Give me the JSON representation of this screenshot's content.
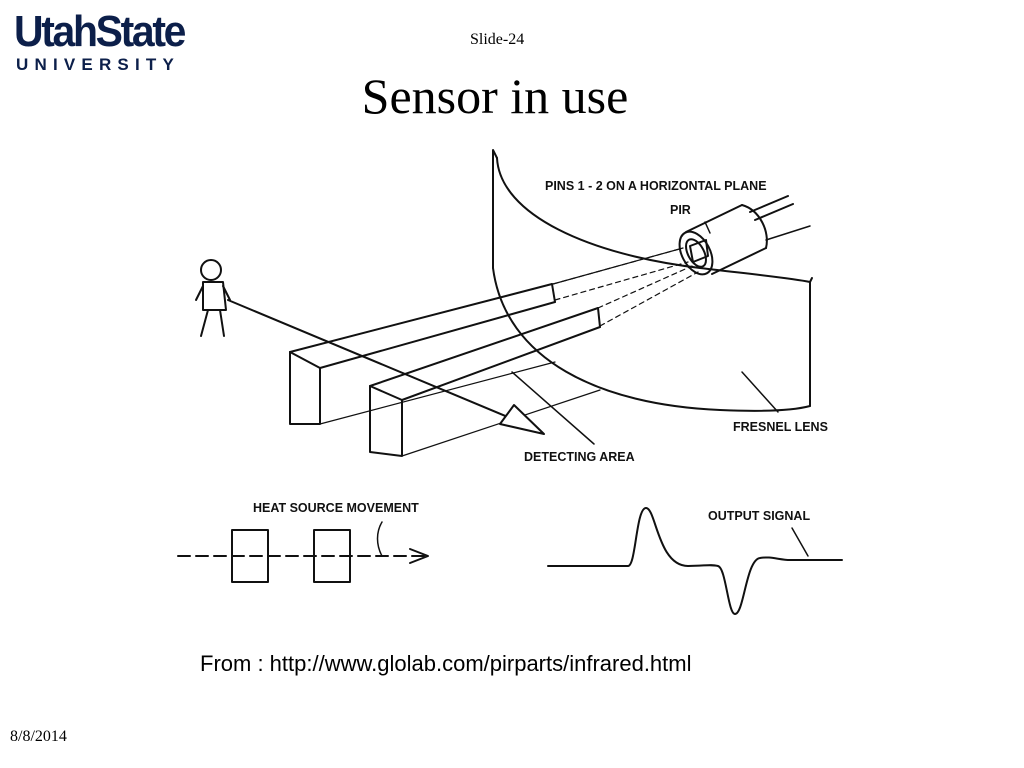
{
  "slide": {
    "logo": {
      "line1": "UtahState",
      "line2": "UNIVERSITY",
      "color": "#0c1f4a"
    },
    "slide_number": "Slide-24",
    "title": "Sensor in use",
    "diagram_labels": {
      "pins": "PINS 1 - 2 ON A HORIZONTAL PLANE",
      "pir": "PIR",
      "fresnel": "FRESNEL LENS",
      "detecting": "DETECTING AREA",
      "heat": "HEAT SOURCE MOVEMENT",
      "output": "OUTPUT SIGNAL"
    },
    "credit": "From : http://www.glolab.com/pirparts/infrared.html",
    "date": "8/8/2014"
  }
}
